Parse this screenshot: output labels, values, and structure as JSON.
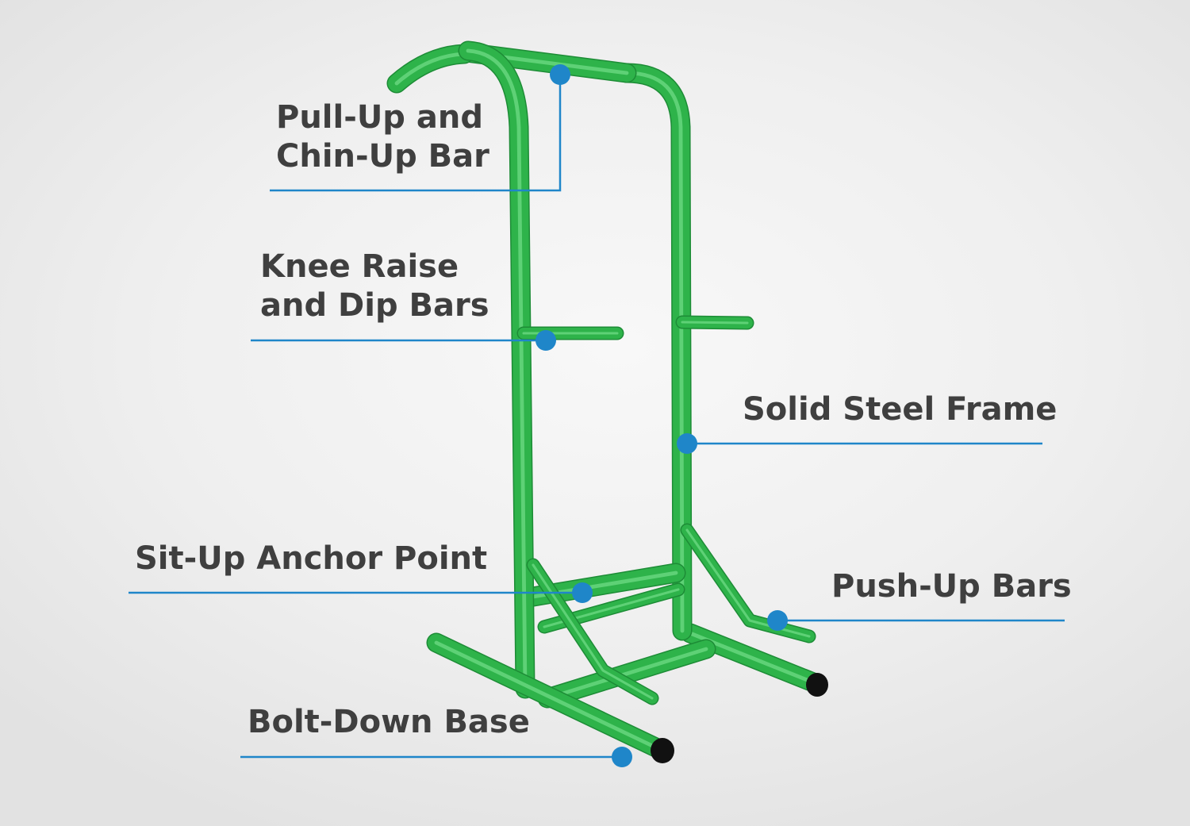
{
  "colors": {
    "frame": "#2eb34a",
    "frame_dark": "#1d8c36",
    "frame_light": "#6fdb86",
    "callout": "#1f86c9",
    "text": "#3f3f3f",
    "end_cap": "#111111"
  },
  "callouts": [
    {
      "id": "pull-up-bar",
      "lines": [
        "Pull-Up and",
        "Chin-Up Bar"
      ]
    },
    {
      "id": "knee-raise-dip-bars",
      "lines": [
        "Knee Raise",
        "and Dip Bars"
      ]
    },
    {
      "id": "solid-steel-frame",
      "lines": [
        "Solid Steel Frame"
      ]
    },
    {
      "id": "sit-up-anchor",
      "lines": [
        "Sit-Up Anchor Point"
      ]
    },
    {
      "id": "push-up-bars",
      "lines": [
        "Push-Up Bars"
      ]
    },
    {
      "id": "bolt-down-base",
      "lines": [
        "Bolt-Down Base"
      ]
    }
  ]
}
